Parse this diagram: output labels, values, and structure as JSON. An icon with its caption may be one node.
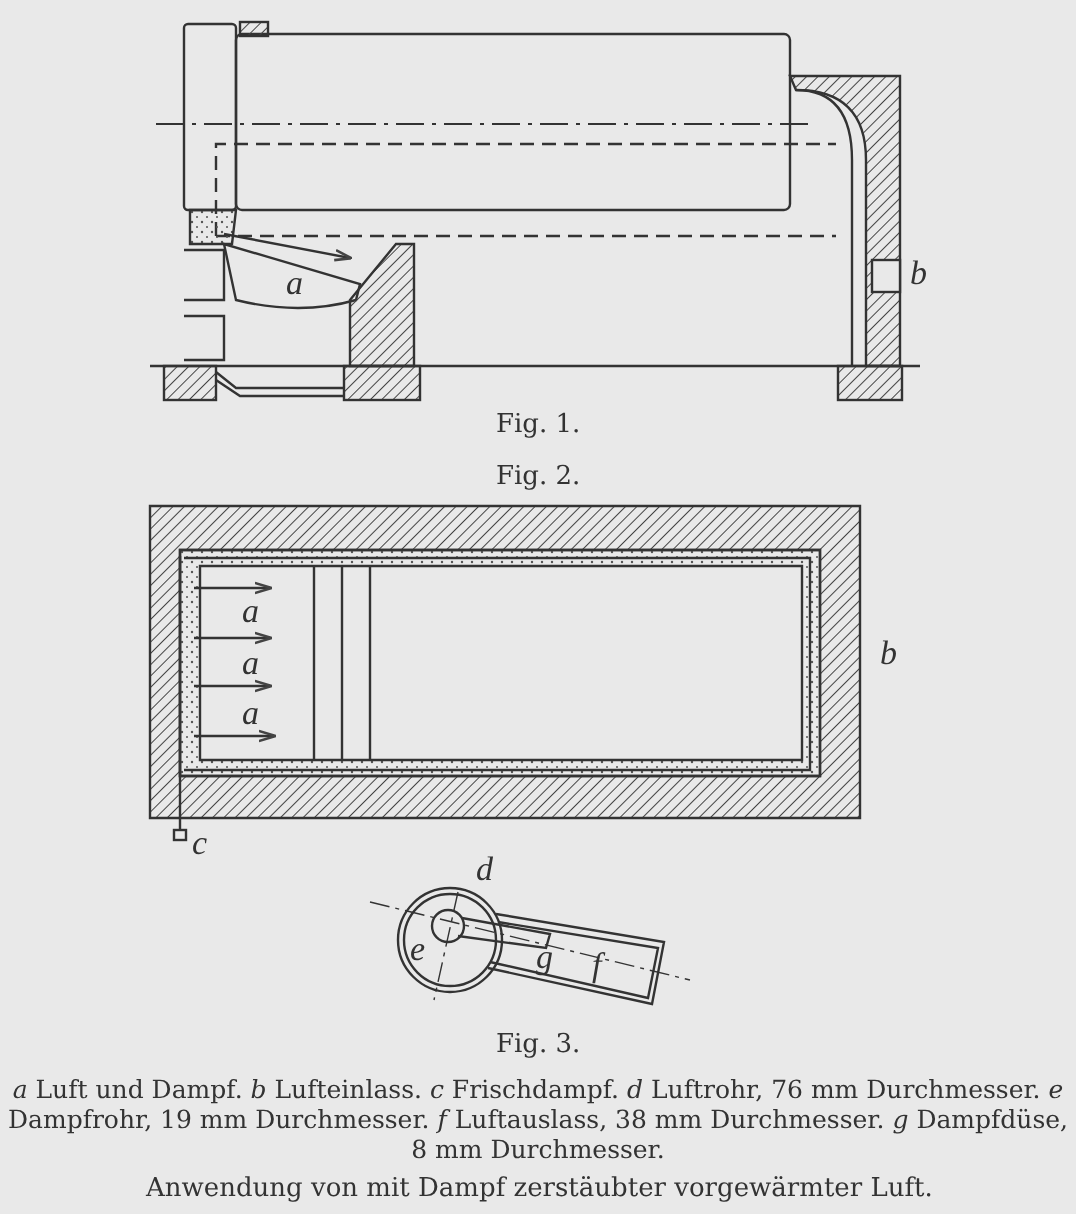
{
  "diagram": {
    "caption": "Anwendung von mit Dampf zerstäubter vorgewärmter Luft.",
    "labels": [
      "a",
      "b",
      "Fig. 1.",
      "Fig. 2.",
      "a",
      "a",
      "a",
      "b",
      "c",
      "d",
      "e",
      "g",
      "f",
      "Fig. 3.",
      "*a* Luft und Dampf. *b* Lufteinlass. *c* Frischdampf. *d* Luftrohr, 76 mm Durchmesser. *e* Dampfrohr, 19 mm Durchmesser. *f* Luftauslass, 38 mm Durchmesser. *g* Dampfdüse, 8 mm Durchmesser."
    ]
  }
}
